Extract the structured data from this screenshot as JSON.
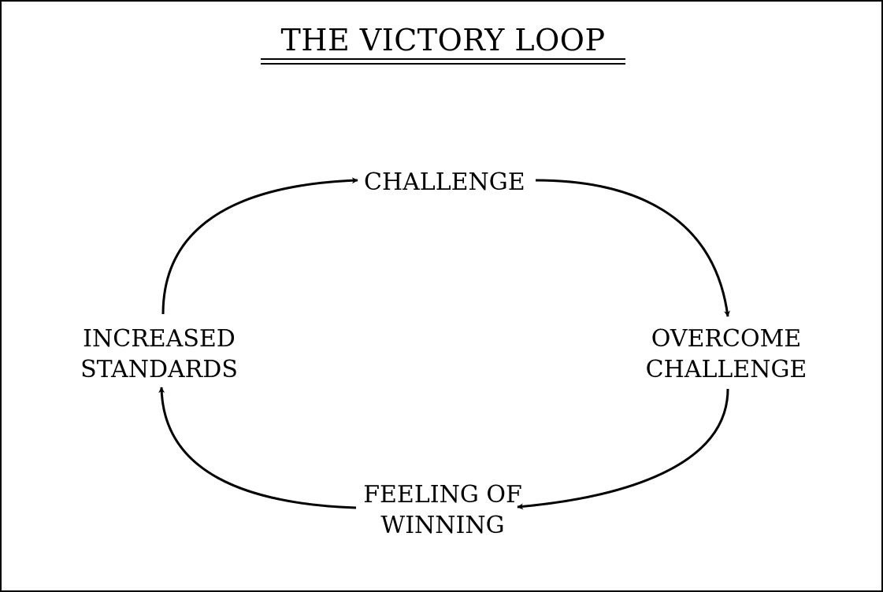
{
  "title": "THE VICTORY LOOP",
  "nodes": {
    "challenge": {
      "lines": [
        "CHALLENGE"
      ]
    },
    "overcome": {
      "lines": [
        "OVERCOME",
        "CHALLENGE"
      ]
    },
    "winning": {
      "lines": [
        "FEELING OF",
        "WINNING"
      ]
    },
    "standards": {
      "lines": [
        "INCREASED",
        "STANDARDS"
      ]
    }
  },
  "flow": [
    {
      "from": "challenge",
      "to": "overcome"
    },
    {
      "from": "overcome",
      "to": "winning"
    },
    {
      "from": "winning",
      "to": "standards"
    },
    {
      "from": "standards",
      "to": "challenge"
    }
  ],
  "colors": {
    "ink": "#000000",
    "background": "#ffffff"
  }
}
